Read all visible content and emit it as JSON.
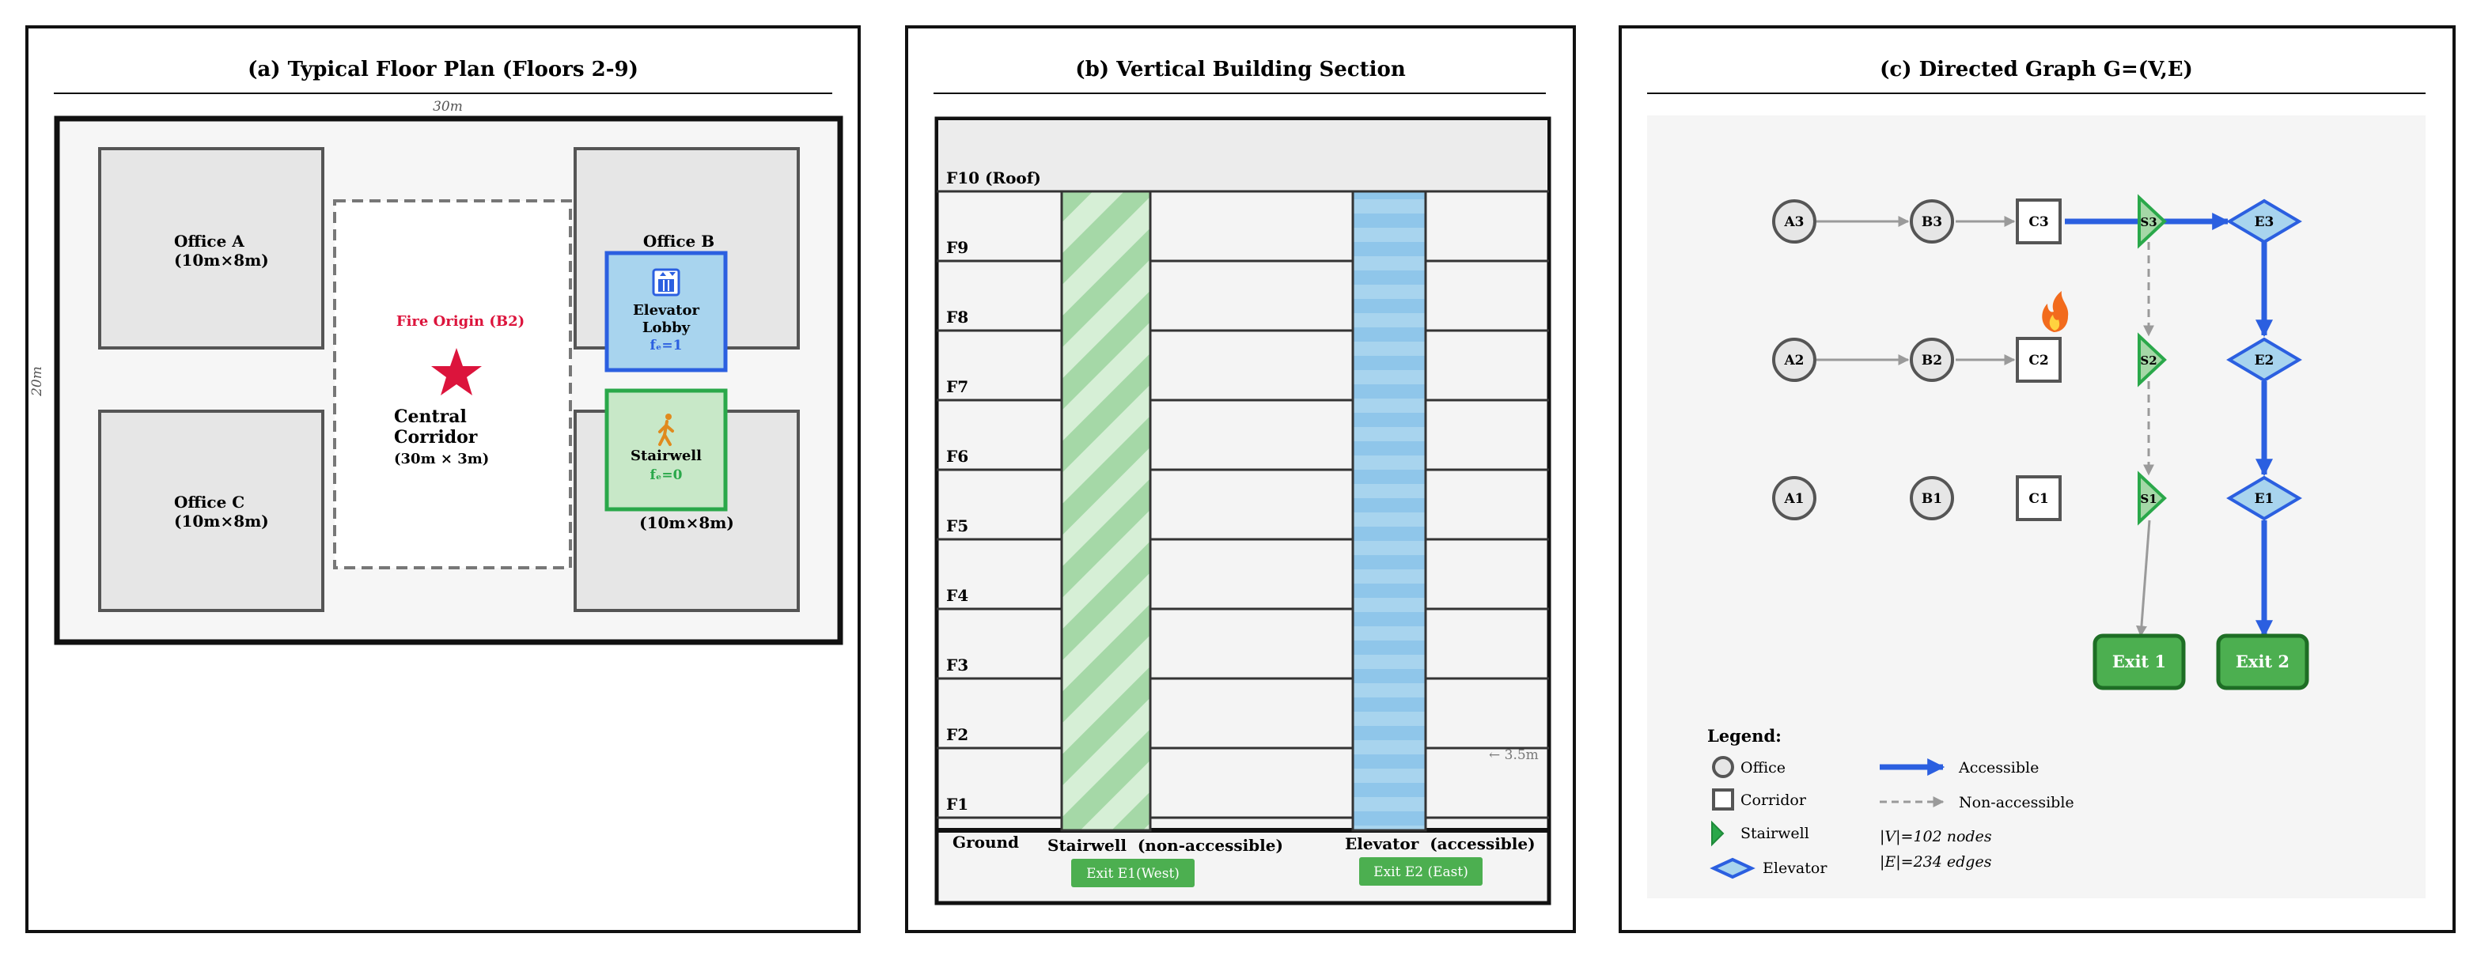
{
  "panel_a": {
    "title": "(a) Typical Floor Plan (Floors 2-9)",
    "dim_width": "30m",
    "dim_height": "20m",
    "office_a": {
      "name": "Office A",
      "size": "(10m×8m)"
    },
    "office_b": {
      "name": "Office B"
    },
    "office_c": {
      "name": "Office C",
      "size": "(10m×8m)"
    },
    "office_d_size": "(10m×8m)",
    "fire_origin": "Fire Origin (B2)",
    "corridor": {
      "line1": "Central",
      "line2": "Corridor",
      "size": "(30m × 3m)"
    },
    "elevator_lobby": {
      "line1": "Elevator",
      "line2": "Lobby",
      "attr": "fₑ=1"
    },
    "stairwell": {
      "name": "Stairwell",
      "attr": "fₑ=0"
    }
  },
  "panel_b": {
    "title": "(b) Vertical Building Section",
    "floors": [
      "F10 (Roof)",
      "F9",
      "F8",
      "F7",
      "F6",
      "F5",
      "F4",
      "F3",
      "F2",
      "F1"
    ],
    "ground": "Ground",
    "stairwell_label": "Stairwell  (non-accessible)",
    "elevator_label": "Elevator  (accessible)",
    "exit_west": "Exit E1(West)",
    "exit_east": "Exit E2 (East)",
    "floor_height": "← 3.5m"
  },
  "panel_c": {
    "title": "(c) Directed Graph G=(V,E)",
    "nodes": {
      "A3": "A3",
      "B3": "B3",
      "C3": "C3",
      "S3": "S3",
      "E3": "E3",
      "A2": "A2",
      "B2": "B2",
      "C2": "C2",
      "S2": "S2",
      "E2": "E2",
      "A1": "A1",
      "B1": "B1",
      "C1": "C1",
      "S1": "S1",
      "E1": "E1"
    },
    "exit1": "Exit 1",
    "exit2": "Exit 2",
    "legend": {
      "title": "Legend:",
      "office": "Office",
      "corridor": "Corridor",
      "stairwell": "Stairwell",
      "elevator": "Elevator",
      "accessible": "Accessible",
      "non_accessible": "Non-accessible",
      "v_count": "|V|=102 nodes",
      "e_count": "|E|=234 edges"
    }
  },
  "colors": {
    "accessible": "#2b5fe0",
    "non_accessible": "#9a9a9a",
    "stairwell": "#2aa84a",
    "elevator_fill": "#a8d4ee",
    "exit": "#4caf50",
    "fire": "#dc143c"
  },
  "icons": {
    "fire": "fire-icon",
    "elevator": "elevator-icon",
    "stairs": "walking-person-icon"
  }
}
